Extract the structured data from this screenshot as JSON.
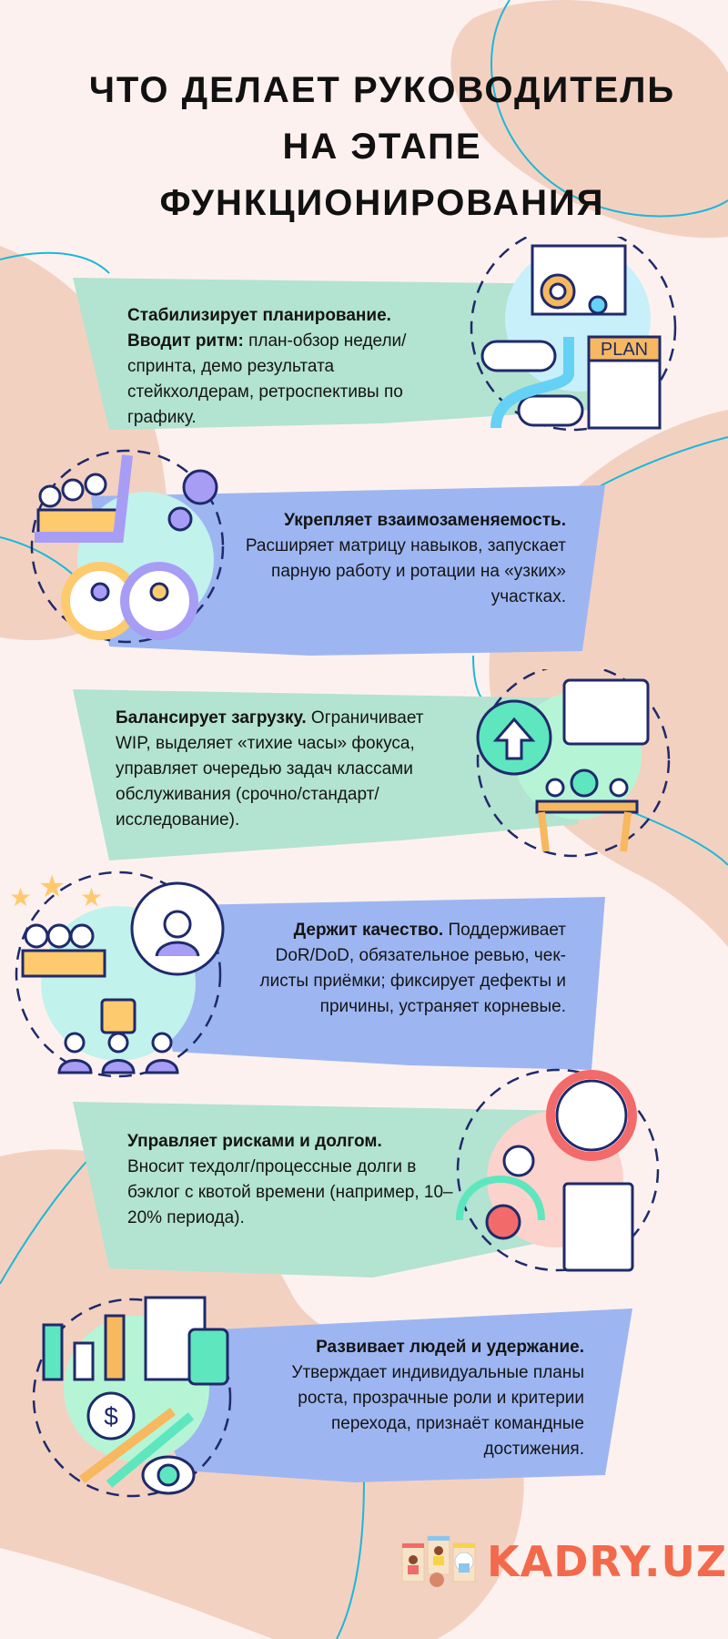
{
  "title": {
    "line1": "ЧТО ДЕЛАЕТ РУКОВОДИТЕЛЬ",
    "line2": "НА ЭТАПЕ",
    "line3": "ФУНКЦИОНИРОВАНИЯ"
  },
  "items": [
    {
      "bold": "Стабилизирует планирование.",
      "bold2": "Вводит ритм:",
      "text": " план-обзор недели/ спринта, демо результата стейкхолдерам, ретроспективы по графику.",
      "icon": "planning-icon",
      "color": "#b3e3d1"
    },
    {
      "bold": "Укрепляет взаимозаменяемость.",
      "text": "Расширяет матрицу навыков, запускает парную работу и ротации на «узких» участках.",
      "icon": "team-rotation-icon",
      "color": "#9db6f2"
    },
    {
      "bold": "Балансирует загрузку.",
      "text": " Ограничивает WIP, выделяет «тихие часы» фокуса, управляет очередью задач классами обслуживания (срочно/стандарт/ исследование).",
      "icon": "workload-gear-icon",
      "color": "#b3e3d1"
    },
    {
      "bold": "Держит качество.",
      "text": " Поддерживает DoR/DoD, обязательное ревью, чек-листы приёмки; фиксирует дефекты и причины, устраняет корневые.",
      "icon": "quality-team-icon",
      "color": "#9db6f2"
    },
    {
      "bold": "Управляет рисками и долгом.",
      "text": "Вносит техдолг/процессные долги в бэклог с квотой времени (например, 10–20% периода).",
      "icon": "risk-target-icon",
      "color": "#b3e3d1"
    },
    {
      "bold": "Развивает людей и удержание.",
      "text": "Утверждает индивидуальные планы роста, прозрачные роли и критерии перехода, признаёт командные достижения.",
      "icon": "growth-finance-icon",
      "color": "#9db6f2"
    }
  ],
  "logo": {
    "text": "KADRY.UZ",
    "color": "#f26a4b"
  },
  "colors": {
    "background": "#fdf1ef",
    "blob": "#f3d1c1",
    "line": "#1bb8d8",
    "navy": "#1f2a6b",
    "orange": "#f7b85f"
  }
}
